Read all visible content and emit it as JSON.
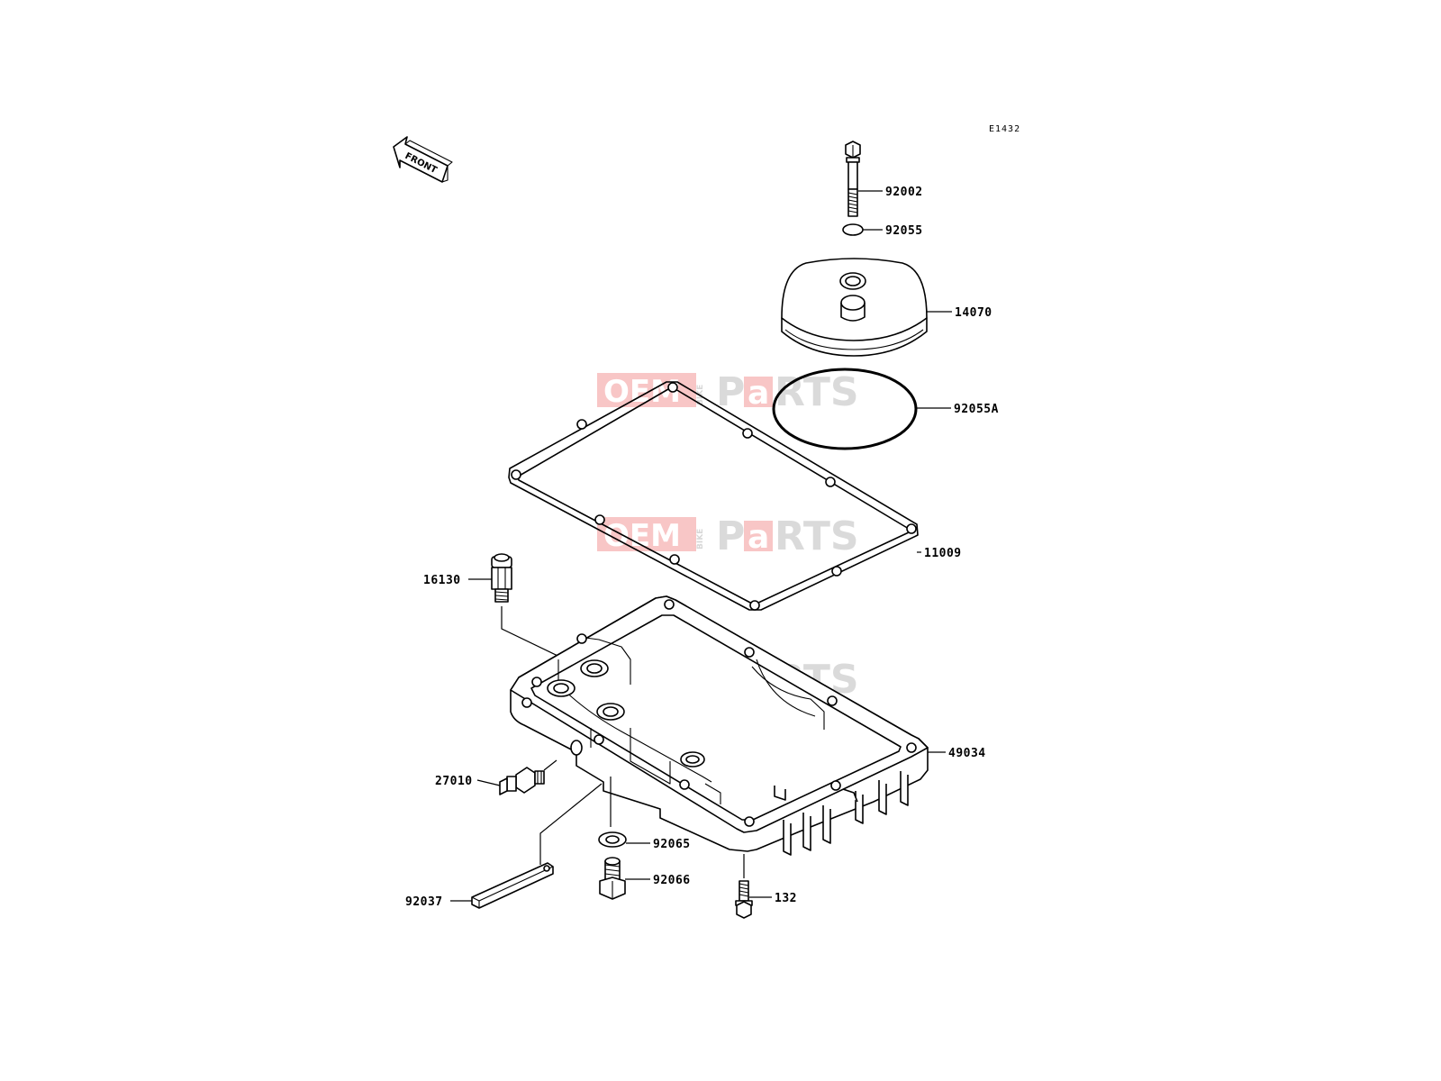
{
  "diagram": {
    "reference_code": "E1432",
    "front_indicator": "FRONT",
    "watermark": {
      "oem": "OEM",
      "bike": "BIKE",
      "parts_p": "P",
      "parts_a": "a",
      "parts_rest": "RTS",
      "color": "#f08a8a"
    },
    "parts": [
      {
        "number": "92002"
      },
      {
        "number": "92055"
      },
      {
        "number": "14070"
      },
      {
        "number": "92055A"
      },
      {
        "number": "11009"
      },
      {
        "number": "16130"
      },
      {
        "number": "49034"
      },
      {
        "number": "27010"
      },
      {
        "number": "92065"
      },
      {
        "number": "92066"
      },
      {
        "number": "92037"
      },
      {
        "number": "132"
      }
    ]
  }
}
